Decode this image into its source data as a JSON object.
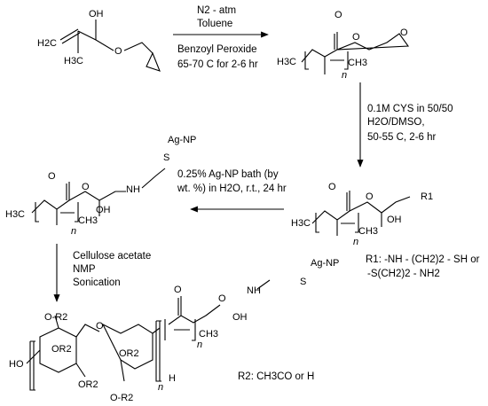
{
  "steps": {
    "step1": {
      "conditions": [
        "N2 - atm",
        "Toluene",
        "Benzoyl Peroxide",
        "65-70 C for 2-6 hr"
      ],
      "reactant": {
        "oh": "OH",
        "h2c": "H2C",
        "h3c": "H3C",
        "o": "O"
      },
      "product": {
        "h3c": "H3C",
        "ch3": "CH3",
        "n": "n",
        "o": "O"
      }
    },
    "step2": {
      "conditions": [
        "0.1M CYS in 50/50",
        "H2O/DMSO,",
        "50-55 C, 2-6 hr"
      ],
      "product": {
        "h3c": "H3C",
        "ch3": "CH3",
        "n": "n",
        "oh": "OH",
        "r1": "R1",
        "o": "O"
      },
      "r1_def": [
        "R1: -NH - (CH2)2 - SH or",
        "-S(CH2)2 - NH2"
      ]
    },
    "step3": {
      "conditions": [
        "0.25% Ag-NP bath (by",
        "wt. %) in H2O, r.t., 24 hr"
      ],
      "product": {
        "agnp": "Ag-NP",
        "s": "S",
        "nh": "NH",
        "oh": "OH",
        "h3c": "H3C",
        "ch3": "CH3",
        "n": "n",
        "o": "O"
      }
    },
    "step4": {
      "conditions": [
        "Cellulose acetate",
        "NMP",
        "Sonication"
      ],
      "product": {
        "or2": "O-R2",
        "ho": "HO",
        "or2b": "OR2",
        "or2c": "OR2",
        "or2d": "OR2",
        "or2e": "O-R2",
        "h": "H",
        "n": "n",
        "n2": "n",
        "ch3": "CH3",
        "nh": "NH",
        "oh": "OH",
        "s": "S",
        "agnp": "Ag-NP",
        "o": "O"
      },
      "r2_def": "R2: CH3CO or H"
    }
  }
}
